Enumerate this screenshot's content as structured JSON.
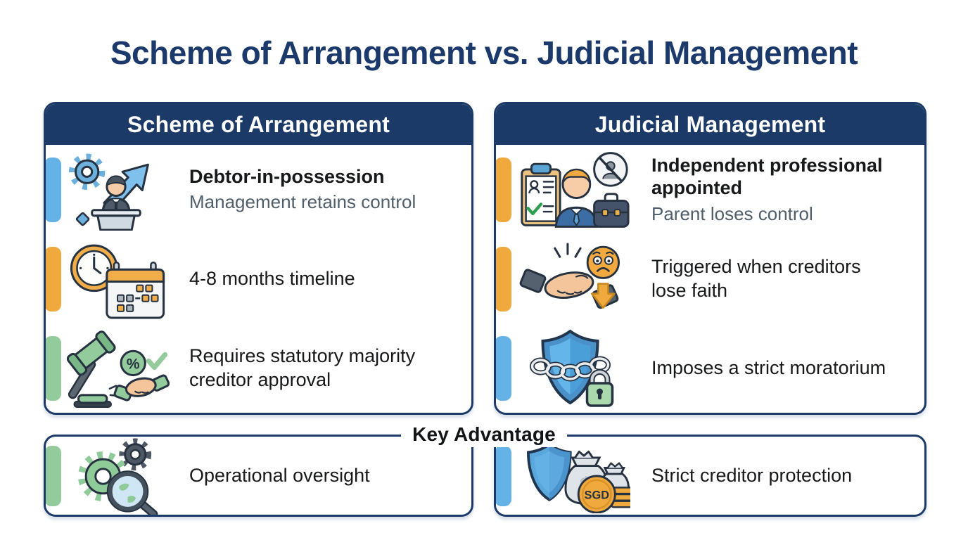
{
  "title": "Scheme of Arrangement vs. Judicial Management",
  "colors": {
    "navy": "#1c3a67",
    "title_navy": "#1b3a6b",
    "accent_blue": "#64b2e6",
    "accent_orange": "#f0a93c",
    "accent_green": "#93cb9c",
    "text_dark": "#17181a",
    "text_gray": "#4f5e69"
  },
  "scheme": {
    "header": "Scheme of Arrangement",
    "rows": [
      {
        "icon": "debtor-podium-icon",
        "accent": "blue",
        "title": "Debtor-in-possession",
        "subtitle": "Management retains control"
      },
      {
        "icon": "clock-calendar-icon",
        "accent": "orange",
        "title": "4-8 months timeline"
      },
      {
        "icon": "gavel-handshake-icon",
        "accent": "green",
        "title": "Requires statutory majority\ncreditor approval"
      }
    ]
  },
  "judicial": {
    "header": "Judicial Management",
    "rows": [
      {
        "icon": "clipboard-professional-icon",
        "accent": "orange",
        "title": "Independent professional\nappointed",
        "subtitle": "Parent loses control"
      },
      {
        "icon": "broken-handshake-icon",
        "accent": "orange",
        "title": "Triggered when creditors\nlose faith"
      },
      {
        "icon": "shield-chain-lock-icon",
        "accent": "blue",
        "title": "Imposes a strict moratorium"
      }
    ]
  },
  "key_advantage": {
    "label": "Key Advantage",
    "scheme": {
      "icon": "gears-magnifier-icon",
      "accent": "green",
      "title": "Operational oversight"
    },
    "judicial": {
      "icon": "shield-money-icon",
      "accent": "blue",
      "title": "Strict creditor protection"
    }
  }
}
